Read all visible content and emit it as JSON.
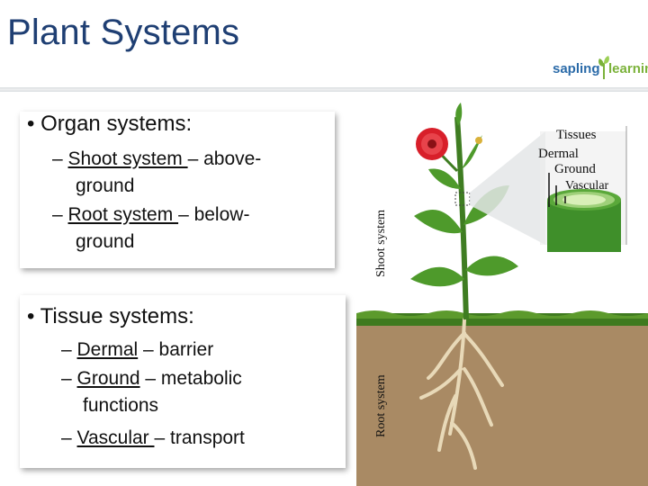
{
  "slide": {
    "title": "Plant Systems"
  },
  "logo": {
    "part1": "sapling",
    "part2": "learning"
  },
  "organ": {
    "bullet": "• Organ systems:",
    "items": [
      {
        "dash": "– ",
        "term": "Shoot system ",
        "rest": "– above-",
        "cont": "ground"
      },
      {
        "dash": "– ",
        "term": "Root system ",
        "rest": "– below-",
        "cont": "ground"
      }
    ]
  },
  "tissue": {
    "bullet": "• Tissue systems:",
    "items": [
      {
        "dash": "– ",
        "term": "Dermal",
        "rest": " – barrier",
        "cont": ""
      },
      {
        "dash": "– ",
        "term": "Ground",
        "rest": " – metabolic",
        "cont": "functions"
      },
      {
        "dash": "– ",
        "term": "Vascular ",
        "rest": "– transport",
        "cont": ""
      }
    ]
  },
  "diagram": {
    "shoot_label": "Shoot system",
    "root_label": "Root system",
    "tissues_heading": "Tissues",
    "dermal": "Dermal",
    "ground": "Ground",
    "vascular": "Vascular"
  },
  "colors": {
    "title": "#1f3f73",
    "logo_blue": "#2a6aa8",
    "logo_green": "#7bb23a",
    "stem": "#3f7d22",
    "leaf": "#4e9a2b",
    "flower": "#d81f2a",
    "soil": "#a98a64"
  }
}
